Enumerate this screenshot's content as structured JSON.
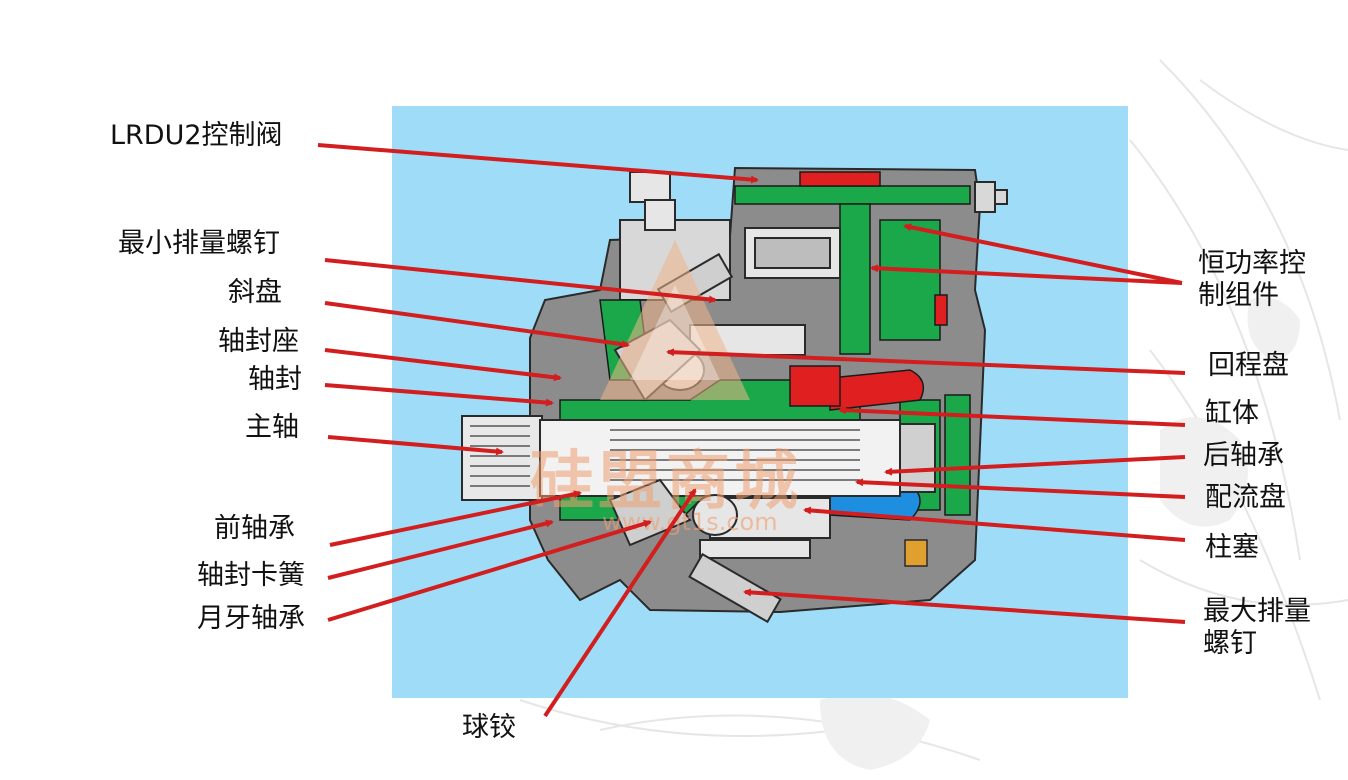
{
  "colors": {
    "panel": "#9fdcf7",
    "leader": "#d21e1e",
    "pump_gray": "#8c8c8c",
    "pump_green": "#1aa84a",
    "pump_red": "#e02020",
    "pump_blue": "#1e8fe0"
  },
  "watermark": {
    "main": "硅盟商城",
    "sub": "www.gt1s.com"
  },
  "labels": {
    "control_valve": "LRDU2控制阀",
    "min_disp_screw": "最小排量螺钉",
    "swash_plate": "斜盘",
    "shaft_seal_seat": "轴封座",
    "shaft_seal": "轴封",
    "main_shaft": "主轴",
    "front_bearing": "前轴承",
    "seal_circlip": "轴封卡簧",
    "crescent_bearing": "月牙轴承",
    "ball_joint": "球铰",
    "const_power_ctrl": "恒功率控制组件",
    "return_plate": "回程盘",
    "cylinder_block": "缸体",
    "rear_bearing": "后轴承",
    "valve_plate": "配流盘",
    "piston": "柱塞",
    "max_disp_screw": "最大排量螺钉"
  }
}
